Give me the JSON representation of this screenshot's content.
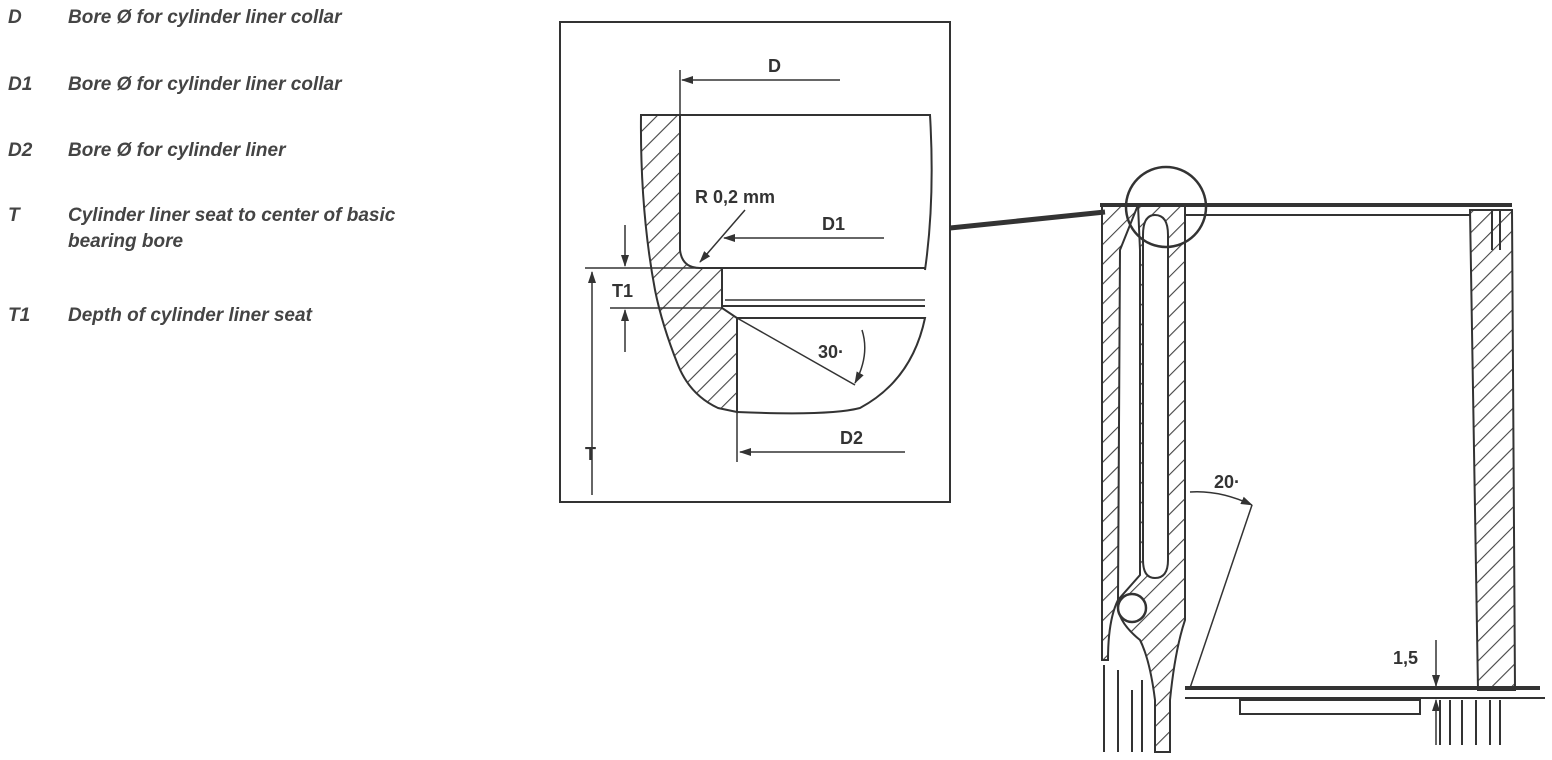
{
  "legend": [
    {
      "code": "D",
      "text": "Bore Ø for cylinder liner collar"
    },
    {
      "code": "D1",
      "text": "Bore Ø for cylinder liner collar"
    },
    {
      "code": "D2",
      "text": "Bore Ø for cylinder liner"
    },
    {
      "code": "T",
      "text": "Cylinder liner seat to center of basic bearing bore"
    },
    {
      "code": "T1",
      "text": "Depth of cylinder liner seat"
    }
  ],
  "detail_labels": {
    "d": "D",
    "radius": "R 0,2 mm",
    "d1": "D1",
    "t1": "T1",
    "angle30": "30·",
    "d2": "D2",
    "t": "T"
  },
  "main_labels": {
    "angle20": "20·",
    "gap": "1,5"
  },
  "colors": {
    "line": "#333333",
    "text": "#444444",
    "background": "#ffffff"
  }
}
